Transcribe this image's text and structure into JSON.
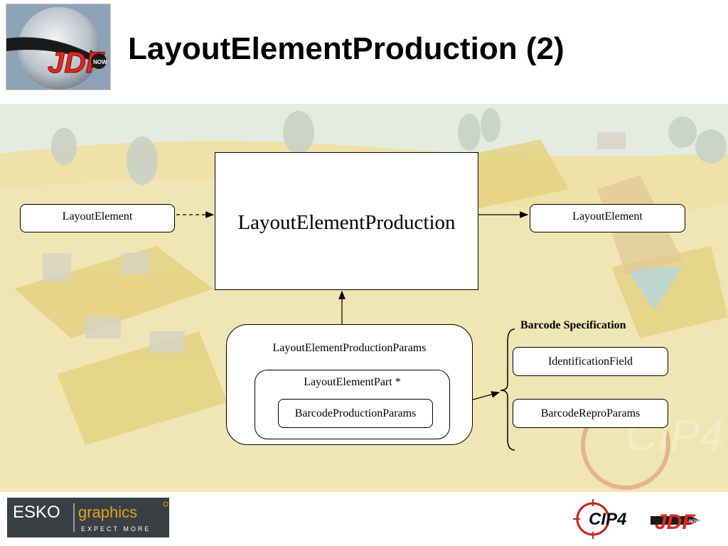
{
  "header": {
    "title": "LayoutElementProduction (2)",
    "logo_text": "JDF",
    "logo_badge": "NOW"
  },
  "diagram": {
    "nodes": {
      "input_element": "LayoutElement",
      "process": "LayoutElementProduction",
      "output_element": "LayoutElement",
      "params": "LayoutElementProductionParams",
      "part": "LayoutElementPart *",
      "barcode_production": "BarcodeProductionParams",
      "barcode_spec_title": "Barcode Specification",
      "identification_field": "IdentificationField",
      "barcode_repro": "BarcodeReproParams"
    }
  },
  "footer": {
    "esko_left": "ESKO",
    "esko_right": "graphics",
    "esko_tagline": "EXPECT MORE",
    "cip4_text": "CIP4",
    "jdf_text": "JDF",
    "jdf_badge": "NOW"
  },
  "colors": {
    "backdrop_sky": "#dfe6dc",
    "backdrop_ground": "#e9d98a",
    "esko_bg": "#3a3f44",
    "cip4_red": "#c8201c",
    "jdf_red": "#e0281e"
  },
  "icons": {
    "header_logo": "globe-jdf-logo-icon",
    "footer_cip4": "cip4-crosshair-logo-icon",
    "footer_jdf": "jdf-now-logo-icon"
  }
}
